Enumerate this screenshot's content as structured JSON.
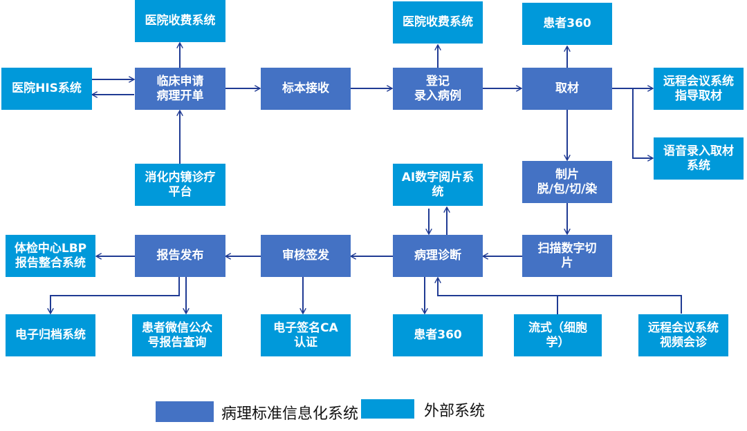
{
  "colors": {
    "internal": "#4472C4",
    "external": "#0099DA",
    "arrow": "#1F3A93"
  },
  "nodes": {
    "his": "医院HIS系统",
    "clinical_request": "临床申请\n病理开单",
    "billing_1": "医院收费系统",
    "endoscopy": "消化内镜诊疗\n平台",
    "specimen_receive": "标本接收",
    "register": "登记\n录入病例",
    "billing_2": "医院收费系统",
    "grossing": "取材",
    "patient360_top": "患者360",
    "remote_guide": "远程会议系统\n指导取材",
    "voice_input": "语音录入取材\n系统",
    "slide_making": "制片\n脱/包/切/染",
    "scan": "扫描数字切\n片",
    "ai_reading": "AI数字阅片系\n统",
    "diagnosis": "病理诊断",
    "review_sign": "审核签发",
    "report_publish": "报告发布",
    "health_check": "体检中心LBP\n报告整合系统",
    "e_archive": "电子归档系统",
    "wechat_query": "患者微信公众\n号报告查询",
    "e_signature": "电子签名CA\n认证",
    "patient360_bottom": "患者360",
    "flow_cytometry": "流式（细胞\n学）",
    "remote_video": "远程会议系统\n视频会诊"
  },
  "legend": {
    "internal_label": "病理标准信息化系统",
    "external_label": "外部系统"
  }
}
